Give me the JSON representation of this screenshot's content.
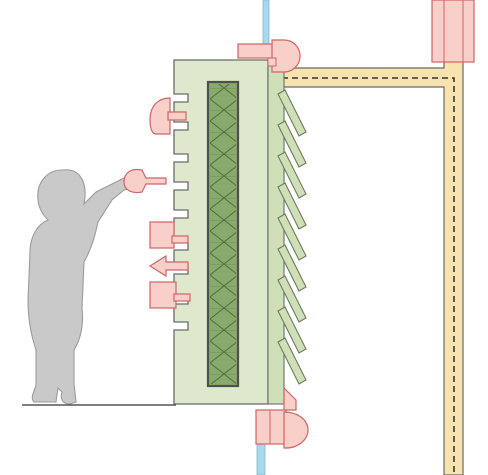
{
  "diagram": {
    "kind": "architectural section drawing",
    "colors": {
      "panel_fill": "#dde8cc",
      "panel_stroke": "#6b6b6b",
      "insulation_fill": "#88aa6c",
      "insulation_stroke": "#4e6e3c",
      "slat_fill": "#cfe0b8",
      "slat_stroke": "#6c7a5a",
      "handle_fill": "#f8cfc9",
      "handle_stroke": "#d06565",
      "wall_fill": "#f7e2b0",
      "wall_stroke": "#6b6b6b",
      "hidden_line": "#111111",
      "glass": "#a9d7ec",
      "child_fill": "#c9c9c9",
      "child_stroke": "#9b9b9b",
      "floor_line": "#333333"
    },
    "elements": {
      "panel": "sliding-panel",
      "insulation": "insulation-core",
      "louvres": "angled-louvre-slats",
      "handles": [
        "cup-pull",
        "arrow-pull",
        "round-knob",
        "square-pull",
        "pointer-pull",
        "square-pull"
      ],
      "top_track": "top-roller-track",
      "bottom_track": "bottom-roller-track",
      "wall": "l-shaped-wall-frame",
      "glass": "glazing-line",
      "figure": "child-silhouette"
    }
  }
}
